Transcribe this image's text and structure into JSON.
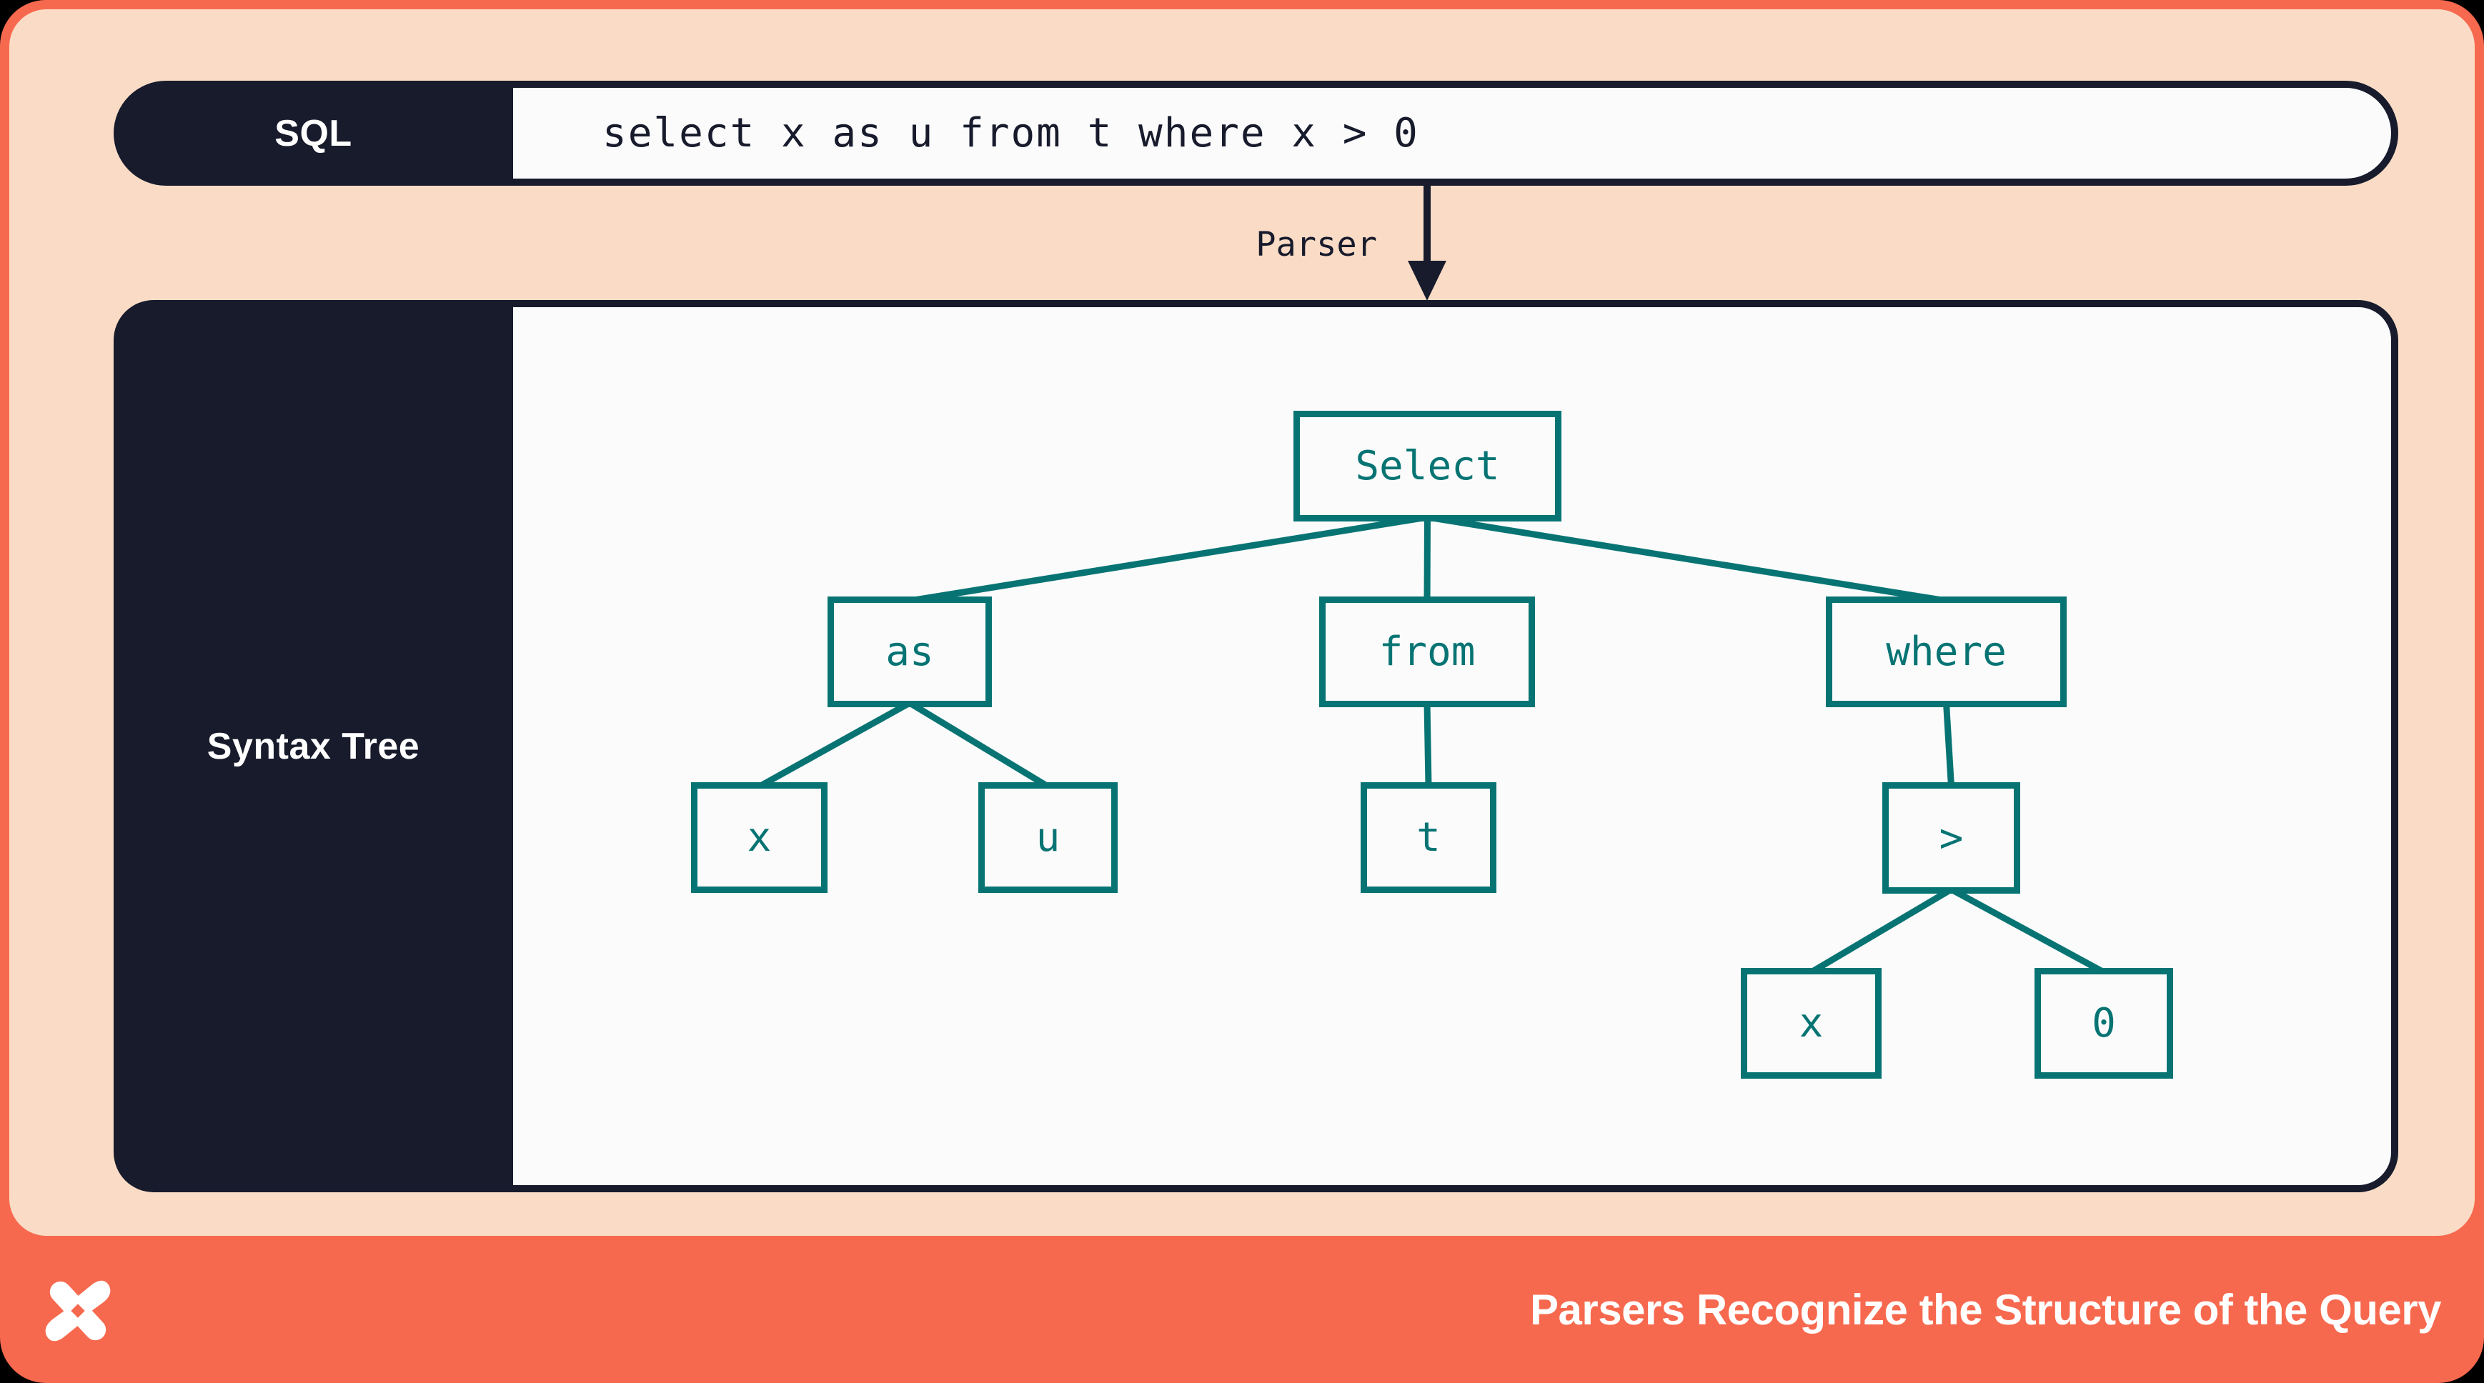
{
  "colors": {
    "accent_orange": "#F7694E",
    "peach": "#FADCC6",
    "navy": "#171B2C",
    "teal": "#077473",
    "offwhite": "#FBFBFC"
  },
  "sql_bar": {
    "label": "SQL",
    "query": "select x as u from t where x > 0"
  },
  "parser": {
    "label": "Parser"
  },
  "syntax_tree_panel": {
    "label": "Syntax Tree"
  },
  "tree": {
    "nodes": [
      {
        "id": "select",
        "label": "Select"
      },
      {
        "id": "as",
        "label": "as"
      },
      {
        "id": "from",
        "label": "from"
      },
      {
        "id": "where",
        "label": "where"
      },
      {
        "id": "x1",
        "label": "x"
      },
      {
        "id": "u",
        "label": "u"
      },
      {
        "id": "t",
        "label": "t"
      },
      {
        "id": "gt",
        "label": ">"
      },
      {
        "id": "x2",
        "label": "x"
      },
      {
        "id": "zero",
        "label": "0"
      }
    ],
    "edges": [
      [
        "select",
        "as"
      ],
      [
        "select",
        "from"
      ],
      [
        "select",
        "where"
      ],
      [
        "as",
        "x1"
      ],
      [
        "as",
        "u"
      ],
      [
        "from",
        "t"
      ],
      [
        "where",
        "gt"
      ],
      [
        "gt",
        "x2"
      ],
      [
        "gt",
        "zero"
      ]
    ]
  },
  "footer": {
    "title": "Parsers Recognize the Structure of the Query",
    "logo": "dolt-x-logo"
  }
}
